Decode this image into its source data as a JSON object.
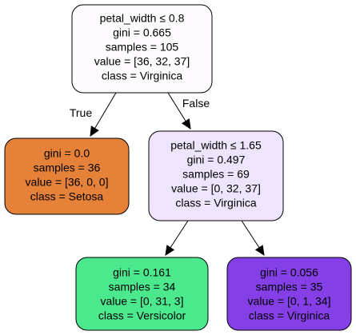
{
  "tree": {
    "nodes": [
      {
        "id": "root",
        "lines": [
          "petal_width ≤ 0.8",
          "gini = 0.665",
          "samples = 105",
          "value = [36, 32, 37]",
          "class = Virginica"
        ],
        "fill": "#fdfbfe"
      },
      {
        "id": "setosa-leaf",
        "lines": [
          "gini = 0.0",
          "samples = 36",
          "value = [36, 0, 0]",
          "class = Setosa"
        ],
        "fill": "#e58139"
      },
      {
        "id": "split-node",
        "lines": [
          "petal_width ≤ 1.65",
          "gini = 0.497",
          "samples = 69",
          "value = [0, 32, 37]",
          "class = Virginica"
        ],
        "fill": "#eee4fb"
      },
      {
        "id": "versicolor-leaf",
        "lines": [
          "gini = 0.161",
          "samples = 34",
          "value = [0, 31, 3]",
          "class = Versicolor"
        ],
        "fill": "#4ce88d"
      },
      {
        "id": "virginica-leaf",
        "lines": [
          "gini = 0.056",
          "samples = 35",
          "value = [0, 1, 34]",
          "class = Virginica"
        ],
        "fill": "#853fe6"
      }
    ],
    "edges": [
      {
        "from": "root",
        "to": "setosa-leaf",
        "label": "True"
      },
      {
        "from": "root",
        "to": "split-node",
        "label": "False"
      },
      {
        "from": "split-node",
        "to": "versicolor-leaf",
        "label": ""
      },
      {
        "from": "split-node",
        "to": "virginica-leaf",
        "label": ""
      }
    ]
  }
}
